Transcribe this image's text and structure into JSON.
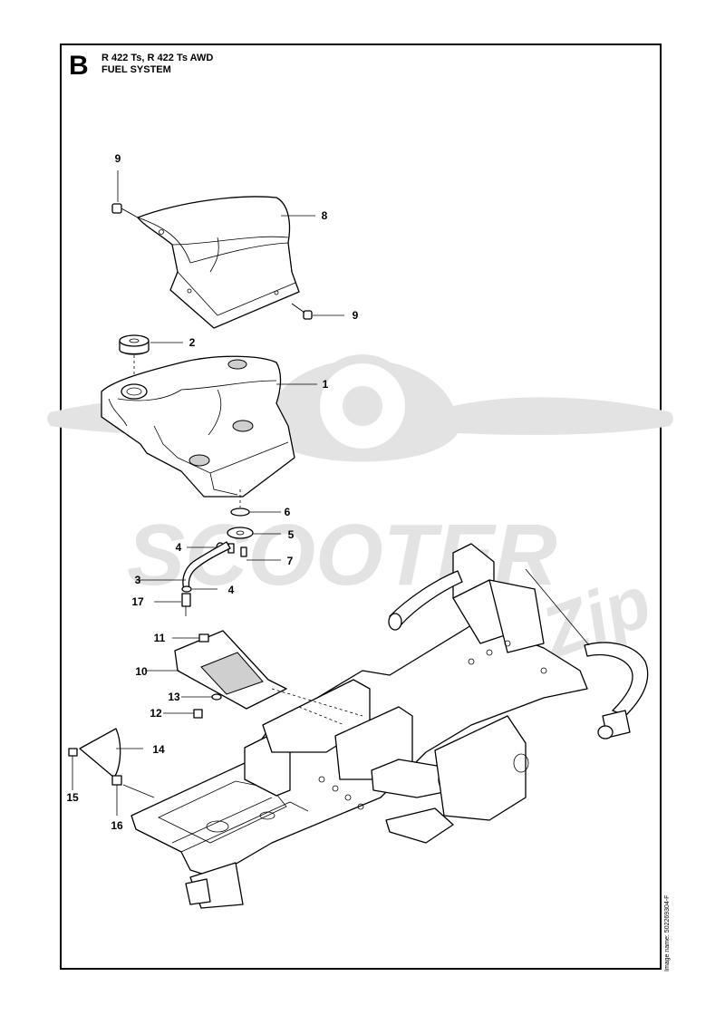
{
  "section": {
    "letter": "B"
  },
  "title": {
    "line1": "R 422 Ts, R 422 Ts AWD",
    "line2": "FUEL SYSTEM"
  },
  "watermark": {
    "brand": "SCOOTER",
    "brand2": "Zip"
  },
  "side_note": "Image name: 502269304-F",
  "callouts": [
    {
      "id": "c9a",
      "label": "9"
    },
    {
      "id": "c8",
      "label": "8"
    },
    {
      "id": "c9b",
      "label": "9"
    },
    {
      "id": "c2",
      "label": "2"
    },
    {
      "id": "c1",
      "label": "1"
    },
    {
      "id": "c6",
      "label": "6"
    },
    {
      "id": "c5",
      "label": "5"
    },
    {
      "id": "c4a",
      "label": "4"
    },
    {
      "id": "c7",
      "label": "7"
    },
    {
      "id": "c3",
      "label": "3"
    },
    {
      "id": "c4b",
      "label": "4"
    },
    {
      "id": "c17",
      "label": "17"
    },
    {
      "id": "c11",
      "label": "11"
    },
    {
      "id": "c10",
      "label": "10"
    },
    {
      "id": "c13",
      "label": "13"
    },
    {
      "id": "c12",
      "label": "12"
    },
    {
      "id": "c14",
      "label": "14"
    },
    {
      "id": "c15",
      "label": "15"
    },
    {
      "id": "c16",
      "label": "16"
    }
  ]
}
